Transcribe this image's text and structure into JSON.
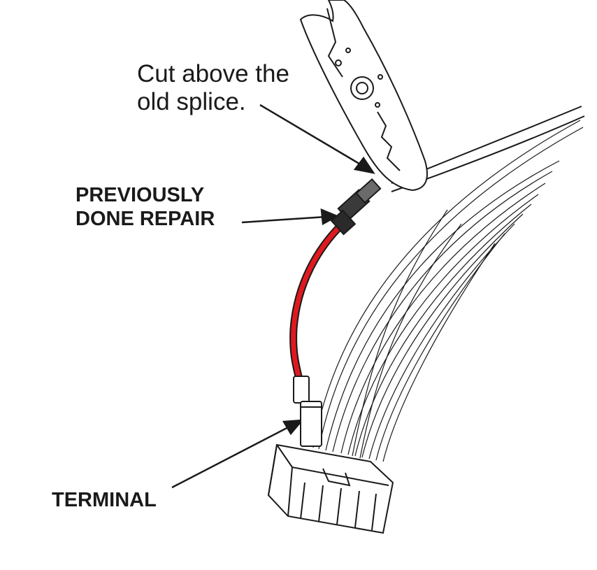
{
  "labels": {
    "cut_line1": "Cut above the",
    "cut_line2": "old splice.",
    "repair_line1": "PREVIOUSLY",
    "repair_line2": "DONE REPAIR",
    "terminal": "TERMINAL"
  },
  "colors": {
    "ink": "#1a1a1a",
    "repair_wire": "#e0191f",
    "background": "#ffffff"
  }
}
